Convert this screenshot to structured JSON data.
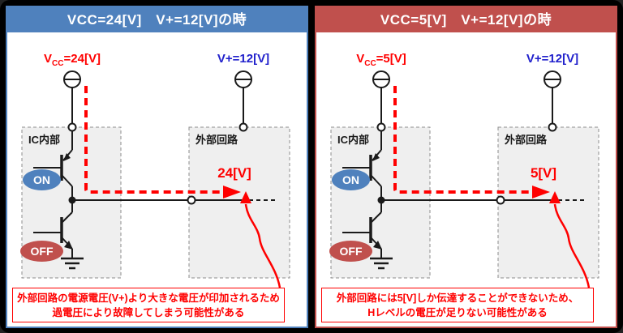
{
  "colors": {
    "panel_blue": "#4F81BD",
    "panel_red": "#C0504D",
    "accent_red": "#FF0000",
    "vplus_blue": "#2222CC",
    "box_fill": "#EFEFEF"
  },
  "panels": [
    {
      "title": "VCC=24[V]　V+=12[V]の時",
      "vcc": {
        "base": "V",
        "sub": "CC",
        "value": "=24[V]"
      },
      "vplus_label": "V+=12[V]",
      "ic_box_label": "IC内部",
      "ext_box_label": "外部回路",
      "on_badge": "ON",
      "off_badge": "OFF",
      "output_voltage": "24[V]",
      "note_line1": "外部回路の電源電圧(V+)より大きな電圧が印加されるため",
      "note_line2": "過電圧により故障してしまう可能性がある"
    },
    {
      "title": "VCC=5[V]　V+=12[V]の時",
      "vcc": {
        "base": "V",
        "sub": "CC",
        "value": "=5[V]"
      },
      "vplus_label": "V+=12[V]",
      "ic_box_label": "IC内部",
      "ext_box_label": "外部回路",
      "on_badge": "ON",
      "off_badge": "OFF",
      "output_voltage": "5[V]",
      "note_line1": "外部回路には5[V]しか伝達することができないため、",
      "note_line2": "Hレベルの電圧が足りない可能性がある"
    }
  ]
}
